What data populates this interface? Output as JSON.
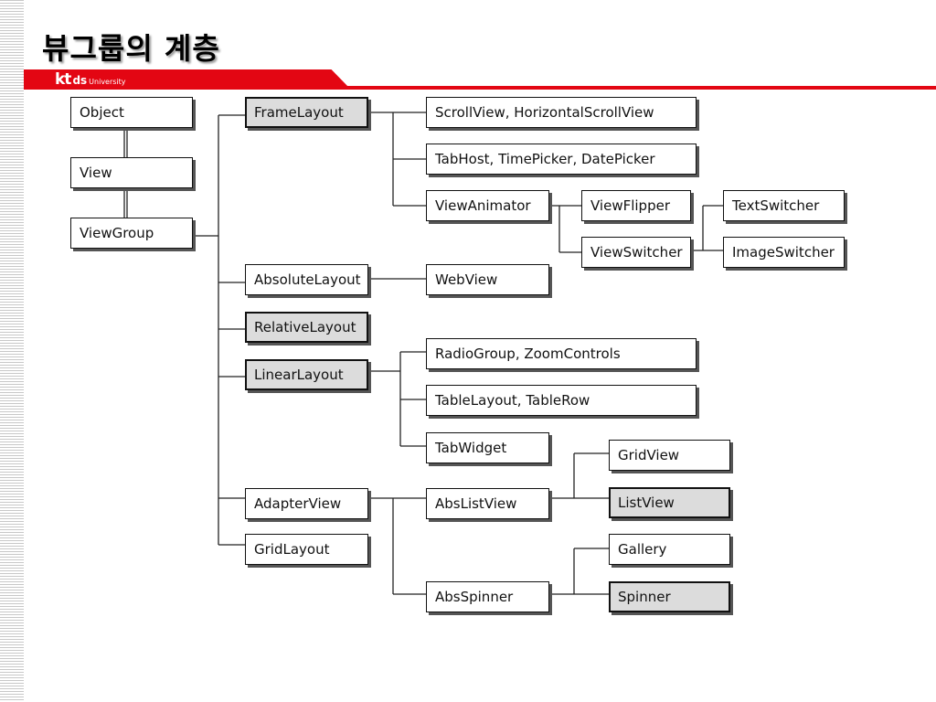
{
  "title": "뷰그룹의 계층",
  "brand": {
    "kt": "kt",
    "ds": "ds",
    "university": "University"
  },
  "colors": {
    "accent": "#e30613",
    "highlight_fill": "#dcdcdc",
    "line": "#222222"
  },
  "diagram": {
    "nodes": [
      {
        "id": "object",
        "label": "Object"
      },
      {
        "id": "view",
        "label": "View"
      },
      {
        "id": "viewgroup",
        "label": "ViewGroup"
      },
      {
        "id": "framelayout",
        "label": "FrameLayout",
        "highlighted": true
      },
      {
        "id": "absolutelayout",
        "label": "AbsoluteLayout"
      },
      {
        "id": "relativelayout",
        "label": "RelativeLayout",
        "highlighted": true
      },
      {
        "id": "linearlayout",
        "label": "LinearLayout",
        "highlighted": true
      },
      {
        "id": "adapterview",
        "label": "AdapterView"
      },
      {
        "id": "gridlayout",
        "label": "GridLayout"
      },
      {
        "id": "scrollview",
        "label": "ScrollView, HorizontalScrollView"
      },
      {
        "id": "tabhost",
        "label": "TabHost, TimePicker, DatePicker"
      },
      {
        "id": "viewanimator",
        "label": "ViewAnimator"
      },
      {
        "id": "viewflipper",
        "label": "ViewFlipper"
      },
      {
        "id": "viewswitcher",
        "label": "ViewSwitcher"
      },
      {
        "id": "textswitcher",
        "label": "TextSwitcher"
      },
      {
        "id": "imageswitcher",
        "label": "ImageSwitcher"
      },
      {
        "id": "webview",
        "label": "WebView"
      },
      {
        "id": "radiogroup",
        "label": "RadioGroup, ZoomControls"
      },
      {
        "id": "tablelayout",
        "label": "TableLayout, TableRow"
      },
      {
        "id": "tabwidget",
        "label": "TabWidget"
      },
      {
        "id": "abslistview",
        "label": "AbsListView"
      },
      {
        "id": "gridview",
        "label": "GridView"
      },
      {
        "id": "listview",
        "label": "ListView",
        "highlighted": true
      },
      {
        "id": "absspinner",
        "label": "AbsSpinner"
      },
      {
        "id": "gallery",
        "label": "Gallery"
      },
      {
        "id": "spinner",
        "label": "Spinner",
        "highlighted": true
      }
    ],
    "edges": [
      [
        "object",
        "view"
      ],
      [
        "view",
        "viewgroup"
      ],
      [
        "viewgroup",
        "framelayout"
      ],
      [
        "viewgroup",
        "absolutelayout"
      ],
      [
        "viewgroup",
        "relativelayout"
      ],
      [
        "viewgroup",
        "linearlayout"
      ],
      [
        "viewgroup",
        "adapterview"
      ],
      [
        "viewgroup",
        "gridlayout"
      ],
      [
        "framelayout",
        "scrollview"
      ],
      [
        "framelayout",
        "tabhost"
      ],
      [
        "framelayout",
        "viewanimator"
      ],
      [
        "viewanimator",
        "viewflipper"
      ],
      [
        "viewanimator",
        "viewswitcher"
      ],
      [
        "viewswitcher",
        "textswitcher"
      ],
      [
        "viewswitcher",
        "imageswitcher"
      ],
      [
        "absolutelayout",
        "webview"
      ],
      [
        "linearlayout",
        "radiogroup"
      ],
      [
        "linearlayout",
        "tablelayout"
      ],
      [
        "linearlayout",
        "tabwidget"
      ],
      [
        "adapterview",
        "abslistview"
      ],
      [
        "adapterview",
        "absspinner"
      ],
      [
        "abslistview",
        "gridview"
      ],
      [
        "abslistview",
        "listview"
      ],
      [
        "absspinner",
        "gallery"
      ],
      [
        "absspinner",
        "spinner"
      ]
    ]
  }
}
